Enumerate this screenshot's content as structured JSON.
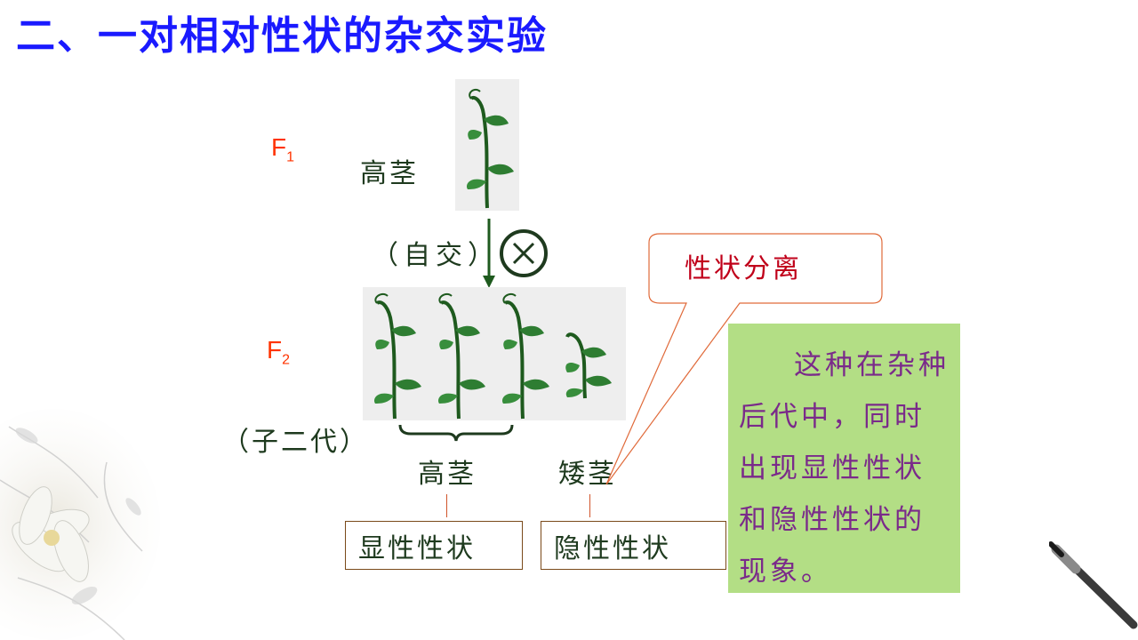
{
  "title": "二、一对相对性状的杂交实验",
  "f1": {
    "label": "F",
    "sub": "1",
    "plant": "高茎"
  },
  "self_cross": {
    "label": "（自交）",
    "symbol": "⊗"
  },
  "f2": {
    "label": "F",
    "sub": "2",
    "generation": "（子二代）"
  },
  "offspring": {
    "tall": "高茎",
    "dwarf": "矮茎"
  },
  "traits": {
    "dominant": "显性性状",
    "recessive": "隐性性状"
  },
  "callout": "性状分离",
  "explanation": "这种在杂种后代中，同时出现显性性状和隐性性状的现象。",
  "colors": {
    "title": "#1a1aff",
    "gen_label": "#ff3300",
    "callout": "#c0001a",
    "box_fill": "#b3de85",
    "box_text": "#7a2a8a"
  }
}
